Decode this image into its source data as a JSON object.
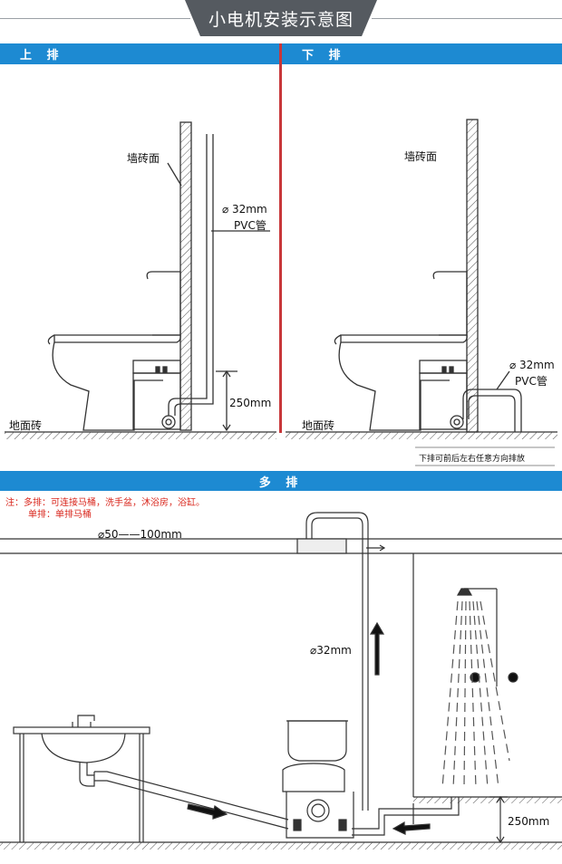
{
  "title": "小电机安装示意图",
  "sections": {
    "top_left": "上 排",
    "top_right": "下 排",
    "bottom": "多 排"
  },
  "labels": {
    "wall_tile": "墙砖面",
    "floor_tile": "地面砖",
    "pipe_size": "⌀ 32mm",
    "pvc": "PVC管",
    "height": "250mm",
    "lower_note": "下排可前后左右任意方向排放",
    "multi_pipe": "⌀32mm",
    "drain_pipe": "⌀50——100mm"
  },
  "notes": {
    "line1": "注：多排：可连接马桶，洗手盆，沐浴房，浴缸。",
    "line2": "单排：单排马桶"
  },
  "colors": {
    "title_bg": "#555a60",
    "section_blue": "#1d8ad2",
    "divider_red": "#c8373a",
    "note_red": "#d9261c"
  }
}
